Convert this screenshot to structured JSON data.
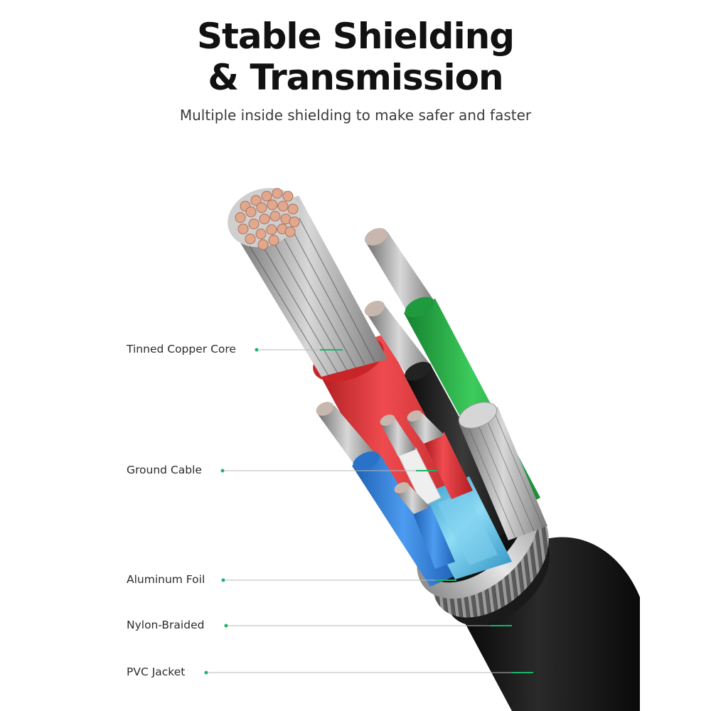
{
  "header": {
    "title_line1": "Stable Shielding",
    "title_line2": "& Transmission",
    "subtitle": "Multiple inside shielding to make safer and faster"
  },
  "callouts": [
    {
      "label": "Tinned Copper Core"
    },
    {
      "label": "Ground Cable"
    },
    {
      "label": "Aluminum Foil"
    },
    {
      "label": "Nylon-Braided"
    },
    {
      "label": "PVC Jacket"
    }
  ],
  "colors": {
    "accent": "#19b56a",
    "jacket": "#161616",
    "red_wire": "#d9363a",
    "green_wire": "#2bb04a",
    "blue_wire": "#2f7fd6",
    "cyan_foil": "#3ab0e0",
    "copper": "#e2a88d"
  }
}
